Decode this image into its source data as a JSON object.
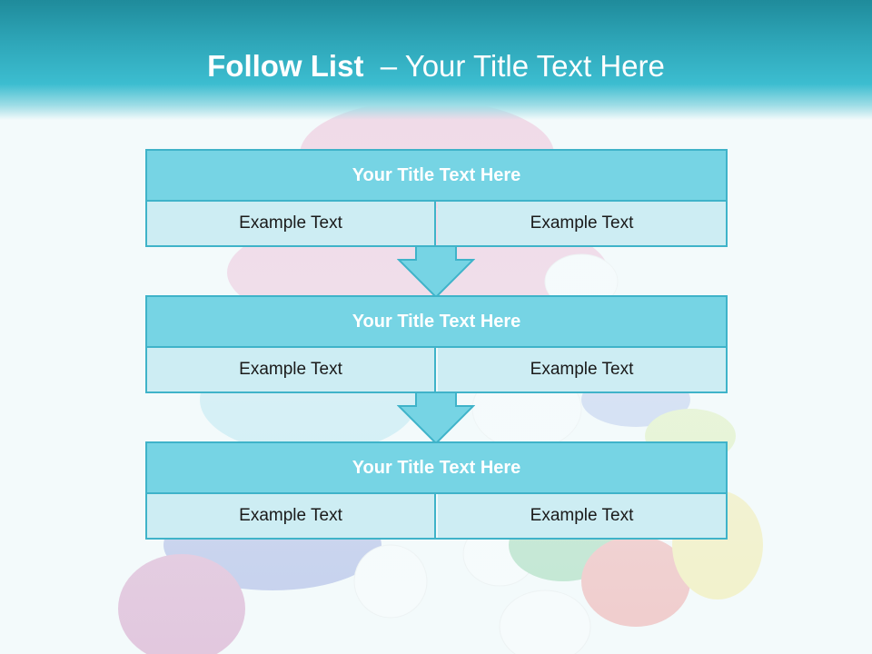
{
  "slide": {
    "title_bold": "Follow List",
    "title_rest": "  – Your Title Text Here"
  },
  "steps": [
    {
      "title": "Your Title Text Here",
      "left": "Example Text",
      "right": "Example Text"
    },
    {
      "title": "Your Title Text Here",
      "left": "Example Text",
      "right": "Example Text"
    },
    {
      "title": "Your Title Text Here",
      "left": "Example Text",
      "right": "Example Text"
    }
  ],
  "colors": {
    "accent": "#3fb3c9",
    "header_fill": "#76d4e4",
    "cell_fill": "#cdedf3",
    "title_band": "#2ea6b8"
  },
  "icons": [
    "down-arrow-icon"
  ]
}
